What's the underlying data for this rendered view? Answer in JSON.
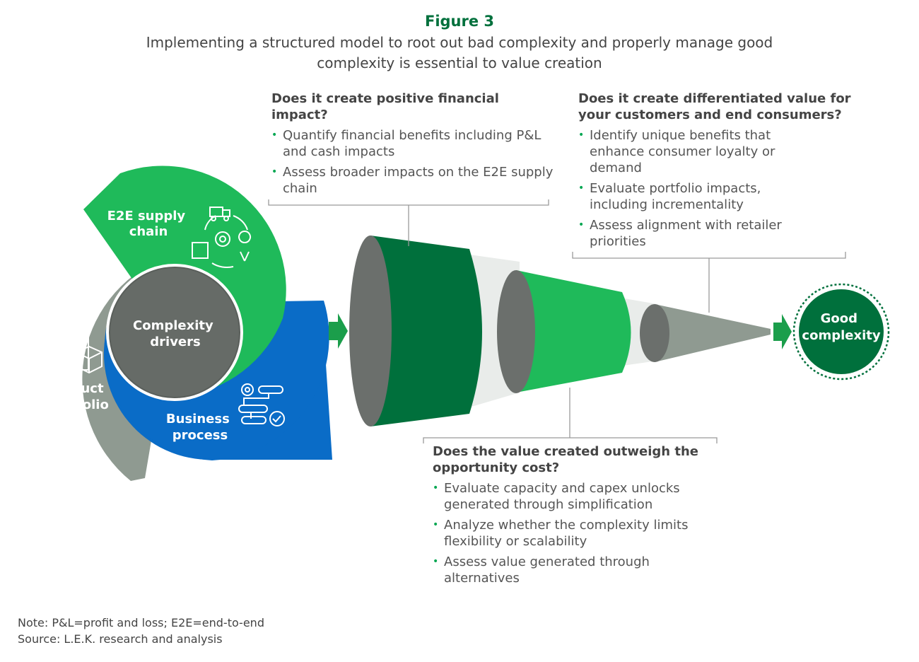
{
  "figure_label": "Figure 3",
  "figure_title": "Implementing a structured model to root out bad complexity and properly manage good complexity is essential to value creation",
  "wheel": {
    "center_label": "Complexity drivers",
    "segments": [
      {
        "label": "E2E supply chain",
        "color": "#1fba5a"
      },
      {
        "label": "Business process",
        "color": "#0a6cc7"
      },
      {
        "label": "Product portfolio",
        "color": "#8f9a91"
      }
    ]
  },
  "questions": [
    {
      "title": "Does it create positive financial impact?",
      "bullets": [
        "Quantify financial benefits including P&L and cash impacts",
        "Assess broader impacts on the E2E supply chain"
      ]
    },
    {
      "title": "Does it create differentiated value for your customers and end consumers?",
      "bullets": [
        "Identify unique benefits that enhance consumer loyalty or demand",
        "Evaluate portfolio impacts, including incrementality",
        "Assess alignment with retailer priorities"
      ]
    },
    {
      "title": "Does the value created outweigh the opportunity cost?",
      "bullets": [
        "Evaluate capacity and capex unlocks generated through simplification",
        "Analyze whether the complexity limits flexibility or scalability",
        "Assess value generated through alternatives"
      ]
    }
  ],
  "result_label": "Good complexity",
  "colors": {
    "dark_green": "#00703c",
    "mid_green": "#1fba5a",
    "blue": "#0a6cc7",
    "gray": "#8f9a91"
  },
  "note": "Note: P&L=profit and loss; E2E=end-to-end",
  "source": "Source: L.E.K. research and analysis"
}
